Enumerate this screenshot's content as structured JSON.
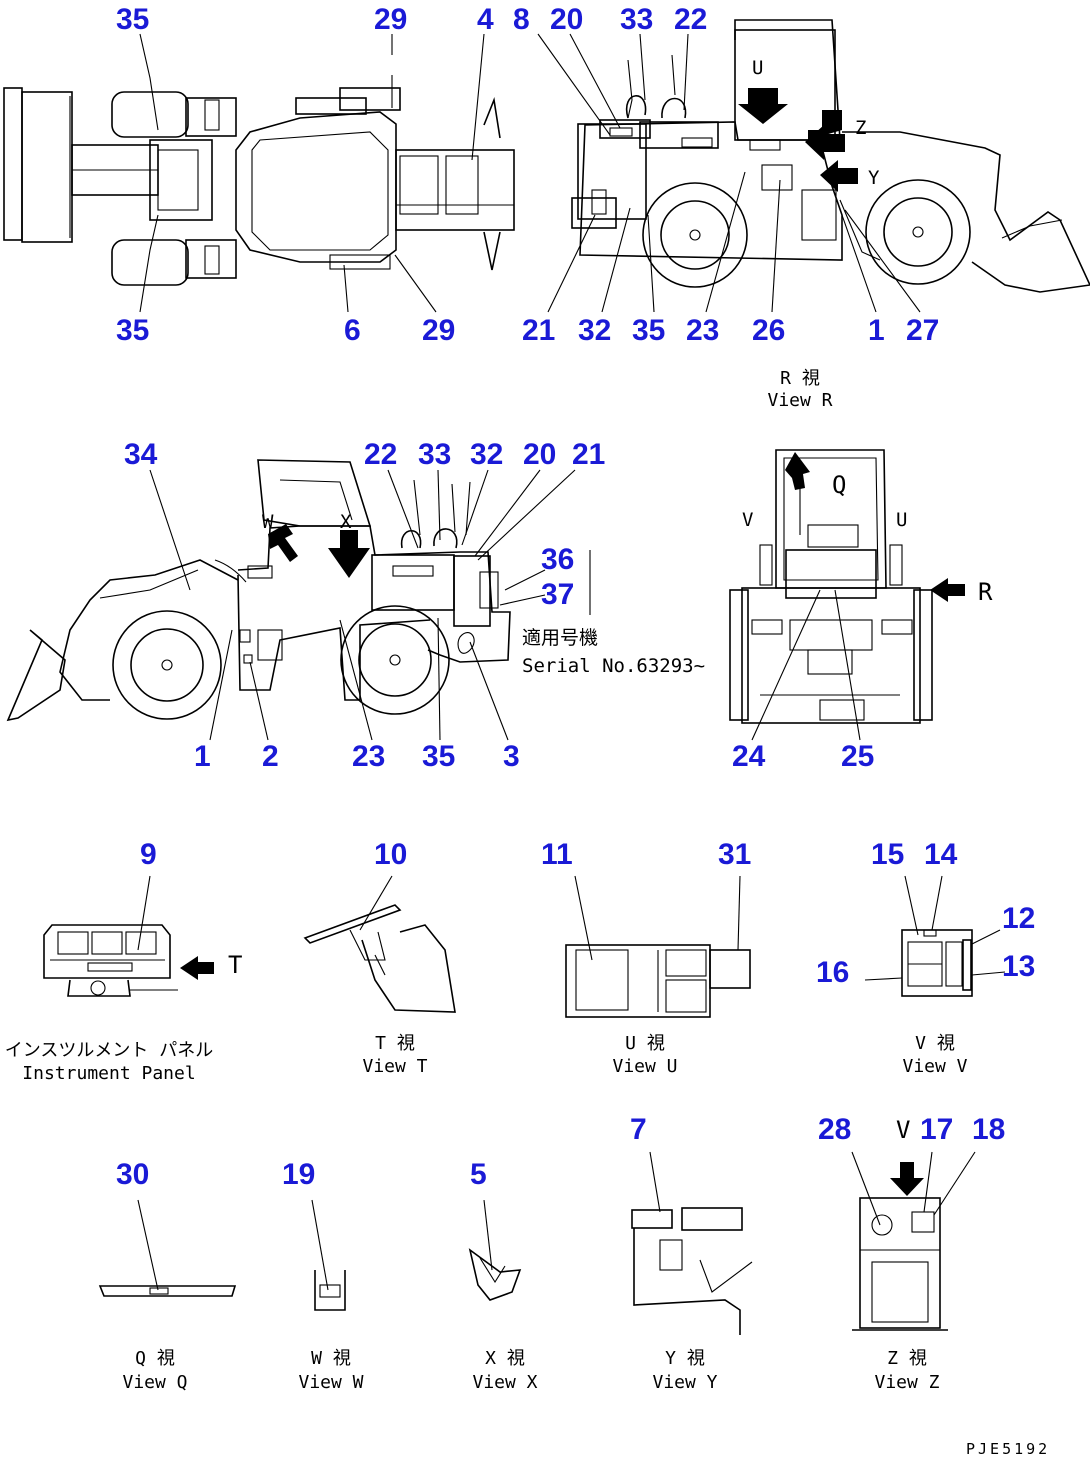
{
  "callouts": {
    "n35a": "35",
    "n29a": "29",
    "n4": "4",
    "n35b": "35",
    "n6": "6",
    "n29b": "29",
    "n8": "8",
    "n20a": "20",
    "n33a": "33",
    "n22a": "22",
    "n21a": "21",
    "n32a": "32",
    "n35c": "35",
    "n23a": "23",
    "n26": "26",
    "n1a": "1",
    "n27": "27",
    "n34": "34",
    "n22b": "22",
    "n33b": "33",
    "n32b": "32",
    "n20b": "20",
    "n21b": "21",
    "n36": "36",
    "n37": "37",
    "n1b": "1",
    "n2": "2",
    "n23b": "23",
    "n35d": "35",
    "n3": "3",
    "n24": "24",
    "n25": "25",
    "n9": "9",
    "n10": "10",
    "n11": "11",
    "n31": "31",
    "n15": "15",
    "n14": "14",
    "n12": "12",
    "n13": "13",
    "n16": "16",
    "n7": "7",
    "n28": "28",
    "n17": "17",
    "n18": "18",
    "n30": "30",
    "n19": "19",
    "n5": "5"
  },
  "captions": {
    "view_r_jp": "R  視",
    "view_r_en": "View R",
    "instr_jp": "インスツルメント パネル",
    "instr_en": "Instrument Panel",
    "view_t_jp": "T  視",
    "view_t_en": "View T",
    "view_u_jp": "U  視",
    "view_u_en": "View U",
    "view_v_jp": "V  視",
    "view_v_en": "View V",
    "view_q_jp": "Q  視",
    "view_q_en": "View Q",
    "view_w_jp": "W  視",
    "view_w_en": "View W",
    "view_x_jp": "X  視",
    "view_x_en": "View X",
    "view_y_jp": "Y  視",
    "view_y_en": "View Y",
    "view_z_jp": "Z  視",
    "view_z_en": "View Z"
  },
  "serial": {
    "jp": "適用号機",
    "en": "Serial No.63293~"
  },
  "view_letters": {
    "T_inline": "T",
    "R_inline": "R",
    "Q_top": "Q",
    "U_top": "U",
    "W": "W",
    "X": "X",
    "Y_side": "Y",
    "U_side": "U",
    "Z_side": "Z",
    "Y_top": "Y",
    "V_top": "V"
  },
  "footer_code": "PJE5192"
}
